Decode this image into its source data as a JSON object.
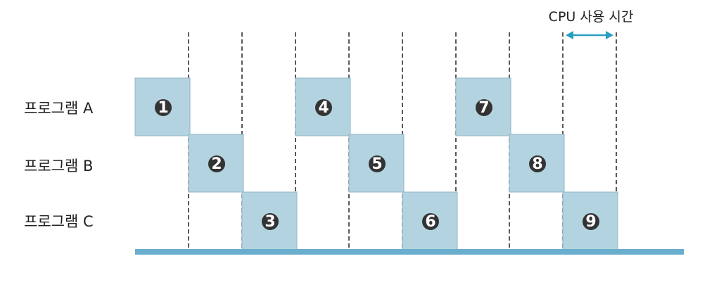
{
  "caption": {
    "text": "CPU 사용 시간",
    "arrow_color": "#2a9fc2"
  },
  "rows": [
    {
      "label": "프로그램 A"
    },
    {
      "label": "프로그램 B"
    },
    {
      "label": "프로그램 C"
    }
  ],
  "slots": [
    {
      "number": "1",
      "row": 0
    },
    {
      "number": "2",
      "row": 1
    },
    {
      "number": "3",
      "row": 2
    },
    {
      "number": "4",
      "row": 0
    },
    {
      "number": "5",
      "row": 1
    },
    {
      "number": "6",
      "row": 2
    },
    {
      "number": "7",
      "row": 0
    },
    {
      "number": "8",
      "row": 1
    },
    {
      "number": "9",
      "row": 2
    }
  ],
  "colors": {
    "block_fill": "#b3d3e1",
    "block_border": "#90b5c6",
    "number_badge": "#333333",
    "baseline": "#6aaecd",
    "divider": "#222222"
  }
}
